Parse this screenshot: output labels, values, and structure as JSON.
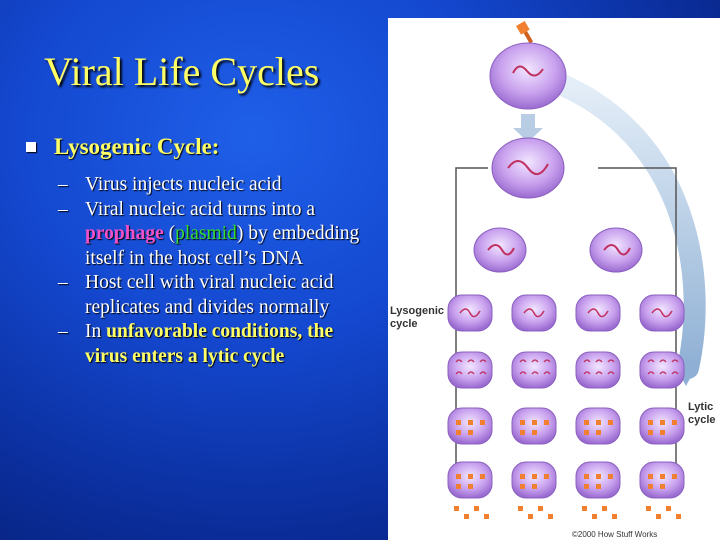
{
  "slide": {
    "title": "Viral Life Cycles",
    "heading": "Lysogenic Cycle:",
    "bullets": {
      "b1": "Virus injects nucleic acid",
      "b2_pre": "Viral nucleic acid turns into a ",
      "b2_prophage": "prophage",
      "b2_open": " (",
      "b2_plasmid": "plasmid",
      "b2_post": ") by embedding itself in the host cell’s DNA",
      "b3": "Host cell with viral nucleic acid replicates and divides normally",
      "b4_pre": "In ",
      "b4_highlight": "unfavorable conditions, the virus enters a lytic cycle"
    },
    "dash": "–",
    "colors": {
      "title": "#ffff66",
      "prophage": "#f050c8",
      "plasmid": "#33dd33",
      "highlight": "#ffff66"
    }
  },
  "diagram": {
    "label_lysogenic_1": "Lysogenic",
    "label_lysogenic_2": "cycle",
    "label_lytic_1": "Lytic",
    "label_lytic_2": "cycle",
    "copyright": "©2000 How Stuff Works"
  }
}
